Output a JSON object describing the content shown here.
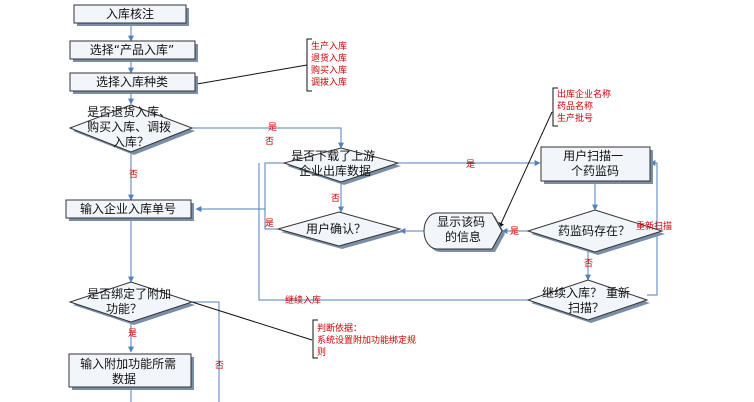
{
  "nodes": {
    "warehouse_check": "入库核注",
    "select_product_in": "选择“产品入库”",
    "select_in_type": "选择入库种类",
    "is_return_buy_transfer": [
      "是否退货入库、",
      "购买入库、调拨",
      "入库？"
    ],
    "downloaded_upstream": [
      "是否下载了上游",
      "企业出库数据"
    ],
    "user_scan": [
      "用户扫描一",
      "个药监码"
    ],
    "enter_doc_number": "输入企业入库单号",
    "user_confirm": "用户确认？",
    "show_code_info": [
      "显示该码",
      "的信息"
    ],
    "code_exists": "药监码存在？",
    "continue_or_rescan": [
      "继续入库？ 重新",
      "扫描？"
    ],
    "has_addon": [
      "是否绑定了附加",
      "功能？"
    ],
    "enter_addon_data": [
      "输入附加功能所需",
      "数据"
    ]
  },
  "notes": {
    "in_types": [
      "生产入库",
      "退货入库",
      "购买入库",
      "调拨入库"
    ],
    "outbound_info": [
      "出库企业名称",
      "药品名称",
      "生产批号"
    ],
    "judge_basis": [
      "判断依据：",
      "系统设置附加功能绑定规",
      "则"
    ]
  },
  "edge_labels": {
    "yes": "是",
    "no": "否",
    "rescan": "重新扫描",
    "continue_in": "继续入库"
  }
}
